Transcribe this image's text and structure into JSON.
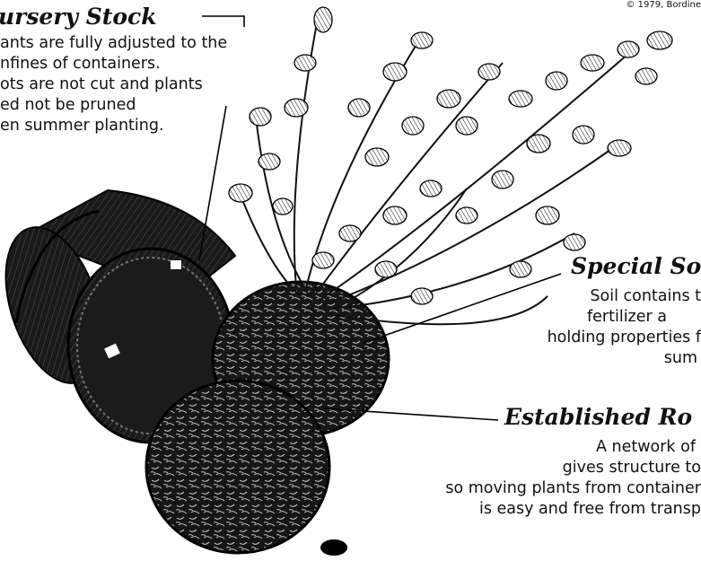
{
  "copyright": "© 1979, Bordine",
  "callouts": [
    {
      "id": "nursery-stock",
      "heading": "ursery Stock",
      "lines": [
        "ants are fully adjusted to the",
        "nfines of containers.",
        "ots are not cut and plants",
        "ed not be pruned",
        "en summer planting."
      ]
    },
    {
      "id": "special-soil",
      "heading": "Special So",
      "lines": [
        "Soil contains t",
        "fertilizer a",
        "holding properties f",
        "sum"
      ]
    },
    {
      "id": "established-roots",
      "heading": "Established Ro",
      "lines": [
        "A network of",
        "gives structure to",
        "so moving plants from container",
        "is easy and free from transp"
      ]
    }
  ],
  "colors": {
    "ink": "#111111",
    "paper": "#ffffff"
  }
}
